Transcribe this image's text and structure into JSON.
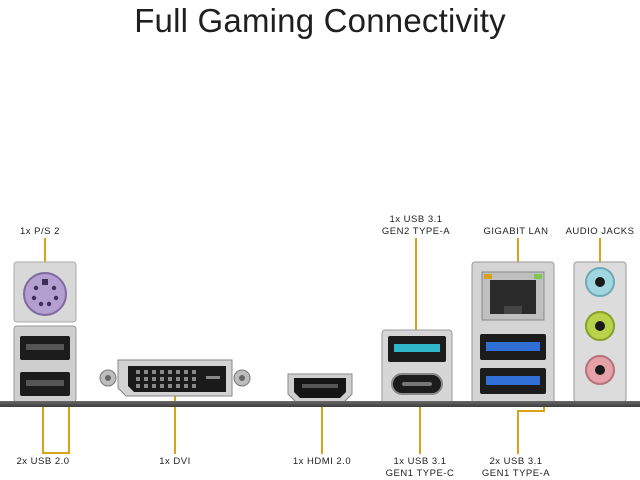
{
  "title": "Full Gaming Connectivity",
  "labels": {
    "ps2": "1x P/S 2",
    "usb31_gen2_a_line1": "1x USB 3.1",
    "usb31_gen2_a_line2": "GEN2 TYPE-A",
    "gigabit_lan": "GIGABIT LAN",
    "audio_jacks": "AUDIO JACKS",
    "usb20": "2x USB 2.0",
    "dvi": "1x DVI",
    "hdmi": "1x HDMI 2.0",
    "usb31_gen1_c_line1": "1x USB 3.1",
    "usb31_gen1_c_line2": "GEN1 TYPE-C",
    "usb31_gen1_a_line1": "2x USB 3.1",
    "usb31_gen1_a_line2": "GEN1 TYPE-A"
  },
  "colors": {
    "leader_line": "#d9a21b",
    "ps2_port": "#b49fd1",
    "usb3_port": "#2f6fd6",
    "usb31_gen2_port": "#2fb7c9",
    "audio_blue": "#9fd6e0",
    "audio_green": "#b8d24a",
    "audio_pink": "#e5a0a8"
  },
  "icons": [
    "ps2-port-icon",
    "usb2-port-icon",
    "dvi-port-icon",
    "hdmi-port-icon",
    "usb-a-port-icon",
    "usb-c-port-icon",
    "ethernet-port-icon",
    "audio-jack-icon"
  ]
}
